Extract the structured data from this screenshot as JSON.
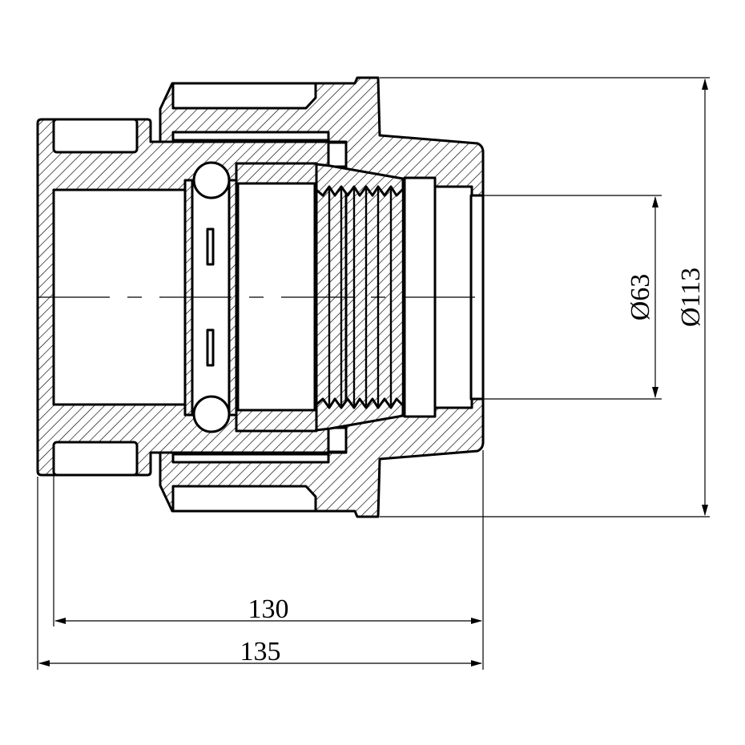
{
  "drawing": {
    "title": "Compression fitting cross-section",
    "dimensions": {
      "length_inner": "130",
      "length_overall": "135",
      "diameter_inner": "Ø63",
      "diameter_outer": "Ø113"
    }
  }
}
